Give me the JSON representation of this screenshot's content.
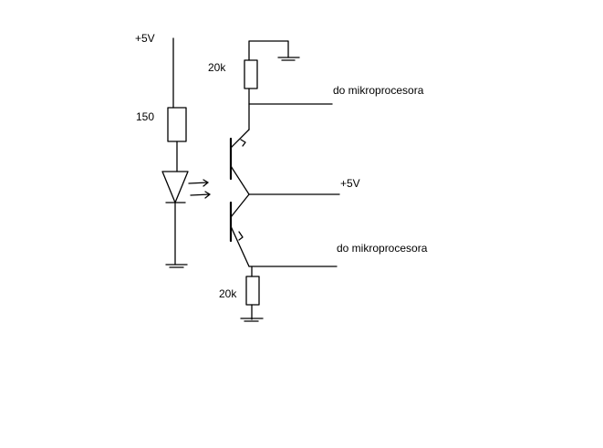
{
  "labels": {
    "supply_left": "+5V",
    "resistor_led": "150",
    "resistor_top": "20k",
    "out_top": "do mikroprocesora",
    "supply_right": "+5V",
    "out_bottom": "do mikroprocesora",
    "resistor_bottom": "20k"
  },
  "colors": {
    "ink": "#000000",
    "background": "#ffffff"
  }
}
